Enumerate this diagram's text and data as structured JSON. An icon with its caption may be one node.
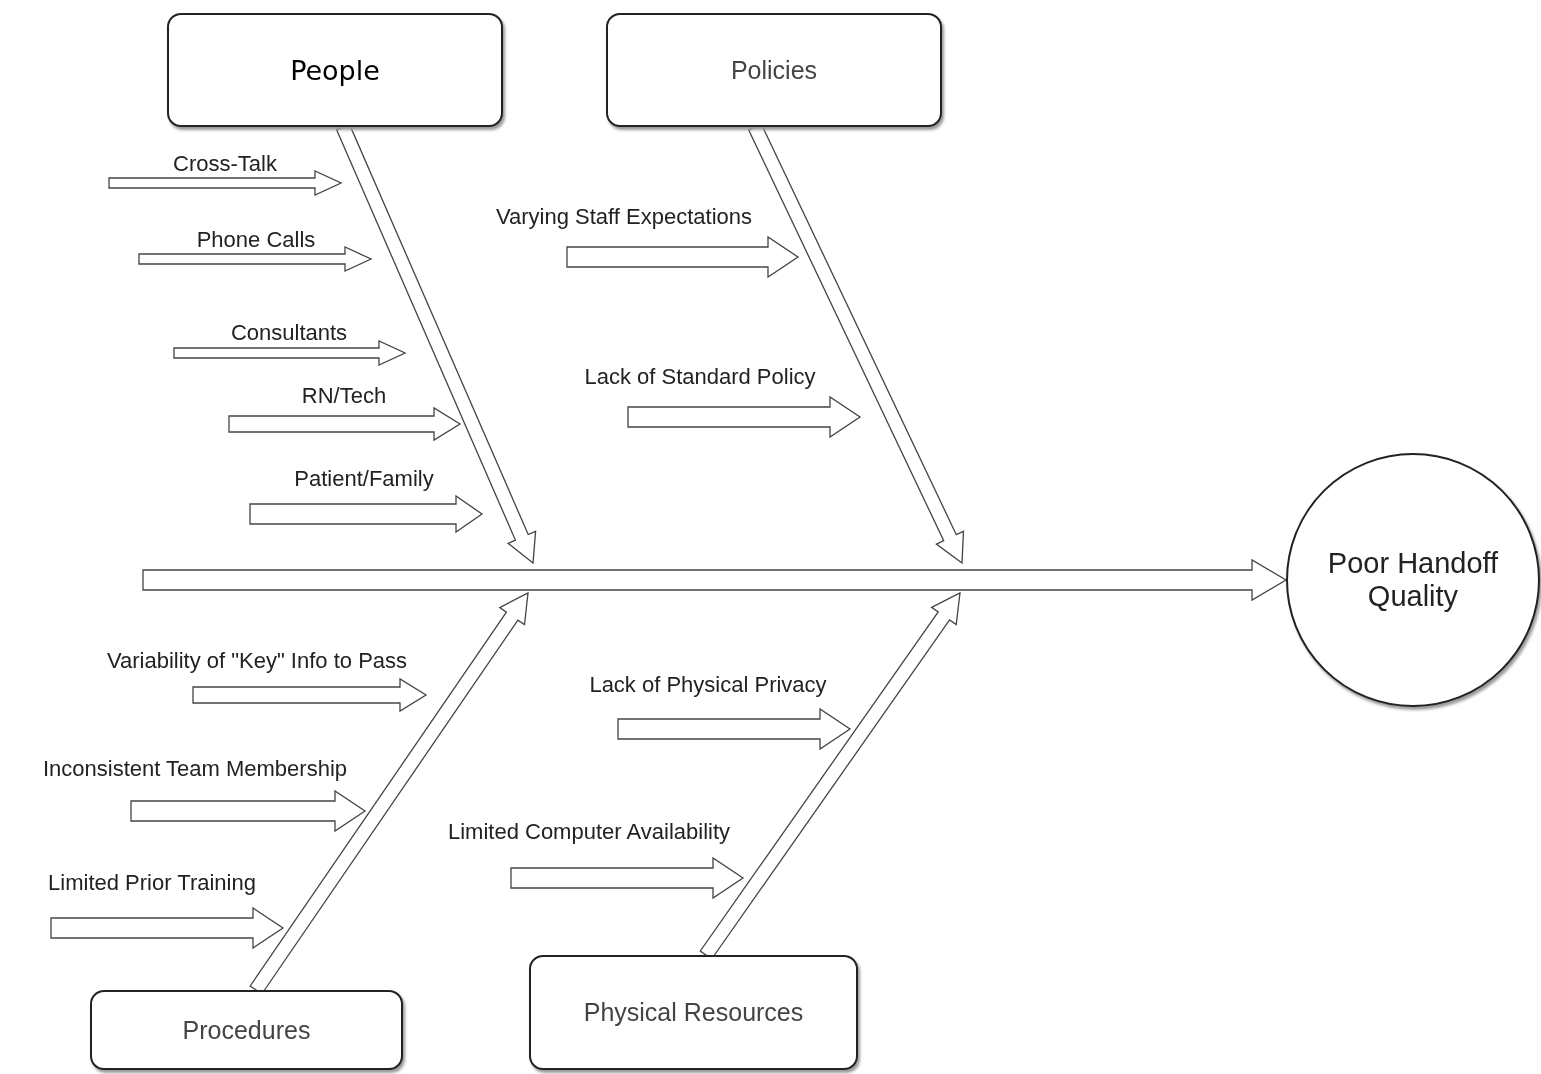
{
  "diagram": {
    "nodes": [
      {
        "text": [
          "People"
        ]
      },
      {
        "text": [
          "Policies"
        ]
      },
      {
        "text": [
          "Cross-Talk"
        ]
      },
      {
        "text": [
          "Varying Staff Expectations"
        ]
      },
      {
        "text": [
          "Phone Calls"
        ]
      },
      {
        "text": [
          "Consultants"
        ]
      },
      {
        "text": [
          "Lack of Standard Policy"
        ]
      },
      {
        "text": [
          "RN/Tech"
        ]
      },
      {
        "text": [
          "Patient/Family"
        ]
      },
      {
        "text": [
          "Poor Handoff Quality"
        ]
      },
      {
        "text": [
          "Variability of \"Key\" Info to Pass"
        ]
      },
      {
        "text": [
          "Lack of Physical Privacy"
        ]
      },
      {
        "text": [
          "Inconsistent Team Membership"
        ]
      },
      {
        "text": [
          "Limited Computer Availability"
        ]
      },
      {
        "text": [
          "Limited Prior Training"
        ]
      },
      {
        "text": [
          "Procedures"
        ]
      },
      {
        "text": [
          "Physical Resources"
        ]
      }
    ],
    "edges": [
      {
        "from": 2,
        "to": null,
        "arrow": "to"
      },
      {
        "from": 3,
        "to": null,
        "arrow": "to"
      },
      {
        "from": 4,
        "to": null,
        "arrow": "to"
      },
      {
        "from": 5,
        "to": null,
        "arrow": "to"
      },
      {
        "from": 6,
        "to": null,
        "arrow": "to"
      },
      {
        "from": 7,
        "to": null,
        "arrow": "to"
      },
      {
        "from": 8,
        "to": null,
        "arrow": "to"
      },
      {
        "from": 10,
        "to": null,
        "arrow": "to"
      },
      {
        "from": 11,
        "to": null,
        "arrow": "to"
      },
      {
        "from": 12,
        "to": null,
        "arrow": "to"
      },
      {
        "from": 13,
        "to": null,
        "arrow": "to"
      },
      {
        "from": 14,
        "to": null,
        "arrow": "to"
      },
      {
        "from": 0,
        "to": null,
        "arrow": "to"
      },
      {
        "from": 1,
        "to": null,
        "arrow": "to"
      },
      {
        "from": 15,
        "to": null,
        "arrow": "to"
      },
      {
        "from": 16,
        "to": null,
        "arrow": "to"
      },
      {
        "from": null,
        "to": 9,
        "arrow": "to"
      }
    ]
  }
}
